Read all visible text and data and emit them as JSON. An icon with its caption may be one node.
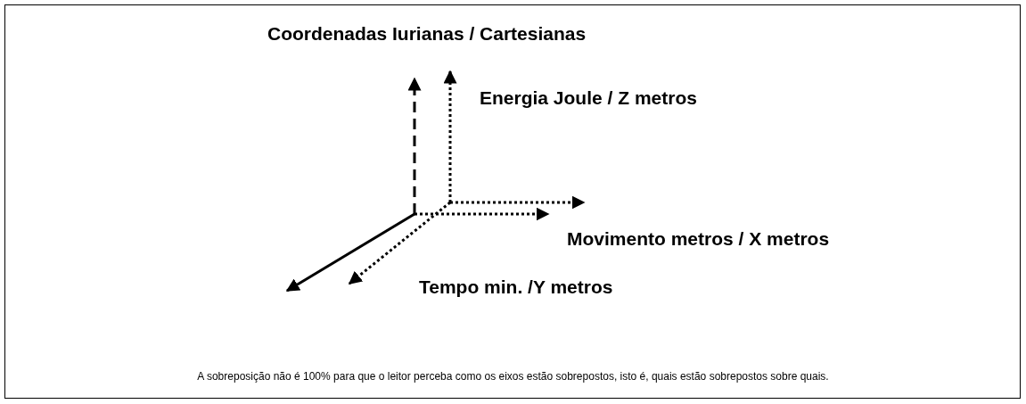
{
  "diagram": {
    "title": "Coordenadas Iurianas / Cartesianas",
    "labels": [
      "Energia Joule / Z metros",
      "Movimento metros / X metros",
      "Tempo min. /Y metros"
    ],
    "caption": "A sobreposição não é 100% para que o leitor perceba como os eixos estão sobrepostos, isto é, quais estão sobrepostos sobre quais."
  }
}
